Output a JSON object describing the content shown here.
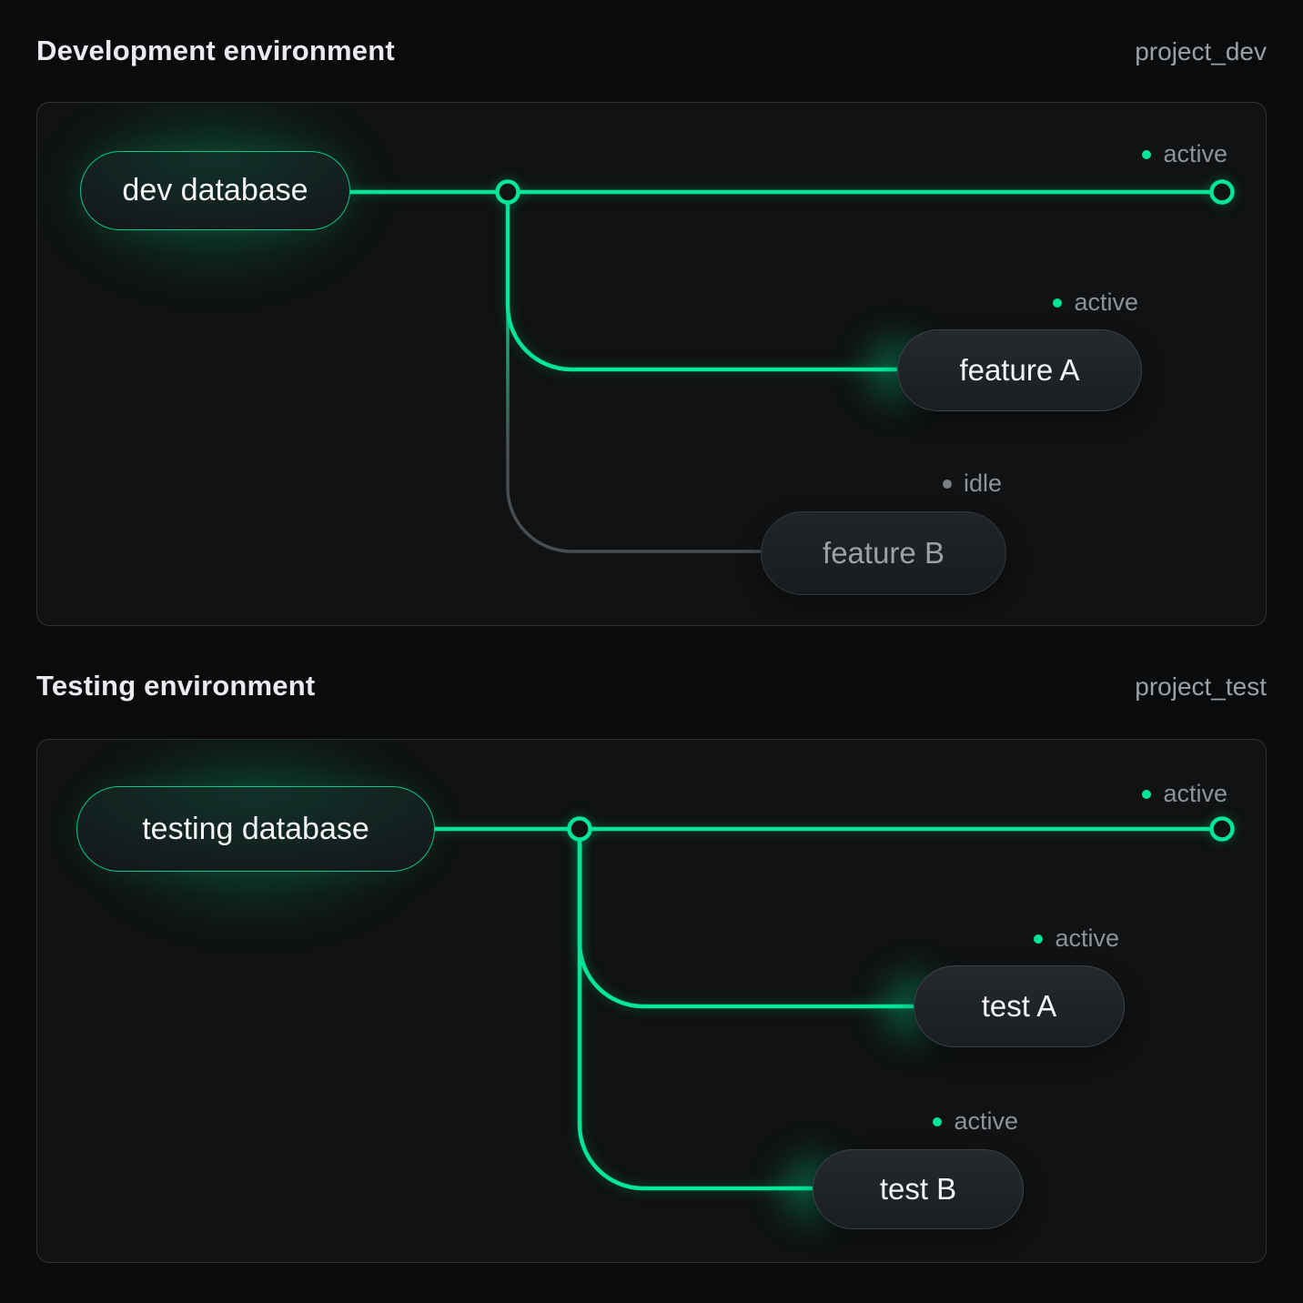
{
  "colors": {
    "accent": "#00e599",
    "accent_mid": "#11b87e",
    "idle_line": "#4a4e51",
    "page_bg": "#0a0b0c",
    "panel_bg": "#101213",
    "panel_border": "#2e3236",
    "title_text": "#e9ebee",
    "muted_text": "#9aa1a7",
    "status_text": "#8d939a",
    "pill_text": "#f2f4f6",
    "idle_text": "#9ba1a6",
    "idle_dot": "#7a7f84"
  },
  "sections": [
    {
      "title": "Development environment",
      "project": "project_dev",
      "root": {
        "label": "dev database",
        "status": "active"
      },
      "branches": [
        {
          "label": "feature A",
          "status": "active"
        },
        {
          "label": "feature B",
          "status": "idle"
        }
      ]
    },
    {
      "title": "Testing environment",
      "project": "project_test",
      "root": {
        "label": "testing database",
        "status": "active"
      },
      "branches": [
        {
          "label": "test A",
          "status": "active"
        },
        {
          "label": "test B",
          "status": "active"
        }
      ]
    }
  ]
}
